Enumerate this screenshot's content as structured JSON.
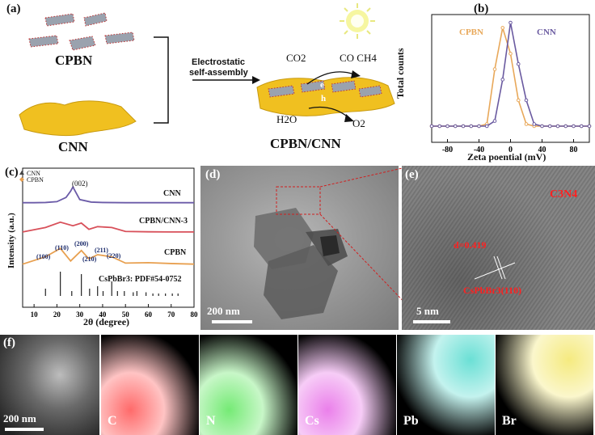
{
  "panel_a": {
    "label": "(a)",
    "cpbn_label": "CPBN",
    "cnn_label": "CNN",
    "arrow_text_1": "Electrostatic",
    "arrow_text_2": "self-assembly",
    "co2": "CO2",
    "products": "CO CH4",
    "h2o": "H2O",
    "o2": "O2",
    "electron": "e",
    "hole": "h",
    "composite_label": "CPBN/CNN"
  },
  "panel_b": {
    "label": "(b)",
    "xlabel": "Zeta poential (mV)",
    "ylabel": "Total counts",
    "legend_cpbn": "CPBN",
    "legend_cnn": "CNN",
    "xticks": [
      "-80",
      "-40",
      "0",
      "40",
      "80"
    ],
    "colors": {
      "cpbn": "#e8a85a",
      "cnn": "#6a5aa0"
    }
  },
  "panel_c": {
    "label": "(c)",
    "legend": [
      "CNN",
      "CPBN"
    ],
    "xlabel": "2θ (degree)",
    "ylabel": "Intensity (a.u.)",
    "xticks": [
      "10",
      "20",
      "30",
      "40",
      "50",
      "60",
      "70",
      "80"
    ],
    "curve_labels": [
      "CNN",
      "CPBN/CNN-3",
      "CPBN"
    ],
    "peak_cnn": "(002)",
    "peaks_cpbn": [
      "(100)",
      "(110)",
      "(200)",
      "(210)",
      "(211)",
      "(220)"
    ],
    "reference": "CsPbBr3:  PDF#54-0752",
    "colors": {
      "cnn": "#6b5ba8",
      "composite": "#d8505a",
      "cpbn": "#e8a050",
      "ref": "#222222"
    }
  },
  "panel_d": {
    "label": "(d)",
    "scale": "200 nm"
  },
  "panel_e": {
    "label": "(e)",
    "phase": "C3N4",
    "spacing": "d=0.419",
    "plane": "CsPbBr3(110)",
    "scale": "5 nm"
  },
  "panel_f": {
    "label": "(f)",
    "scale": "200 nm",
    "maps": [
      "C",
      "N",
      "Cs",
      "Pb",
      "Br"
    ],
    "map_colors": [
      "#ff2020",
      "#30e030",
      "#e040e0",
      "#20d0c0",
      "#f0e040"
    ]
  },
  "chart_data": [
    {
      "type": "line",
      "title": "",
      "xlabel": "Zeta poential (mV)",
      "ylabel": "Total counts",
      "xlim": [
        -100,
        100
      ],
      "series": [
        {
          "name": "CPBN",
          "x": [
            -100,
            -90,
            -80,
            -70,
            -60,
            -50,
            -40,
            -30,
            -20,
            -10,
            0,
            10,
            20,
            30,
            40,
            50,
            60,
            70,
            80,
            90,
            100
          ],
          "y": [
            0,
            0,
            0,
            0,
            0,
            0,
            0,
            0.02,
            0.55,
            0.95,
            0.7,
            0.25,
            0.02,
            0,
            0,
            0,
            0,
            0,
            0,
            0,
            0
          ]
        },
        {
          "name": "CNN",
          "x": [
            -100,
            -90,
            -80,
            -70,
            -60,
            -50,
            -40,
            -30,
            -20,
            -10,
            0,
            10,
            20,
            30,
            40,
            50,
            60,
            70,
            80,
            90,
            100
          ],
          "y": [
            0,
            0,
            0,
            0,
            0,
            0,
            0,
            0,
            0.05,
            0.45,
            1.0,
            0.6,
            0.25,
            0.02,
            0,
            0,
            0,
            0,
            0,
            0,
            0
          ]
        }
      ]
    },
    {
      "type": "line",
      "title": "",
      "xlabel": "2θ (degree)",
      "ylabel": "Intensity (a.u.)",
      "xlim": [
        5,
        80
      ],
      "series": [
        {
          "name": "CNN",
          "x": [
            5,
            10,
            15,
            20,
            24,
            26,
            27,
            28,
            30,
            35,
            40,
            50,
            60,
            70,
            80
          ],
          "y": [
            0.05,
            0.05,
            0.06,
            0.1,
            0.3,
            0.6,
            0.8,
            0.6,
            0.2,
            0.08,
            0.06,
            0.05,
            0.05,
            0.05,
            0.05
          ]
        },
        {
          "name": "CPBN/CNN-3",
          "x": [
            5,
            15,
            21.5,
            27,
            30.7,
            34,
            37.8,
            44,
            50,
            60,
            70,
            80
          ],
          "y": [
            0.05,
            0.3,
            0.6,
            0.4,
            0.55,
            0.2,
            0.35,
            0.3,
            0.08,
            0.06,
            0.05,
            0.05
          ]
        },
        {
          "name": "CPBN",
          "x": [
            5,
            15,
            21.5,
            26,
            30.7,
            34,
            37.8,
            44,
            50,
            60,
            70,
            80
          ],
          "y": [
            0.05,
            0.4,
            0.8,
            0.2,
            0.7,
            0.3,
            0.5,
            0.4,
            0.1,
            0.12,
            0.08,
            0.05
          ]
        }
      ],
      "reference_x": [
        15,
        21.5,
        26.5,
        30.7,
        34.3,
        37.8,
        40.2,
        44,
        46.5,
        49.5,
        53.4,
        55,
        59,
        62,
        64.5,
        67.5,
        70.5,
        73
      ],
      "reference_y": [
        0.3,
        1.0,
        0.2,
        0.9,
        0.3,
        0.4,
        0.2,
        0.6,
        0.2,
        0.2,
        0.15,
        0.2,
        0.15,
        0.1,
        0.1,
        0.1,
        0.1,
        0.1
      ]
    }
  ]
}
